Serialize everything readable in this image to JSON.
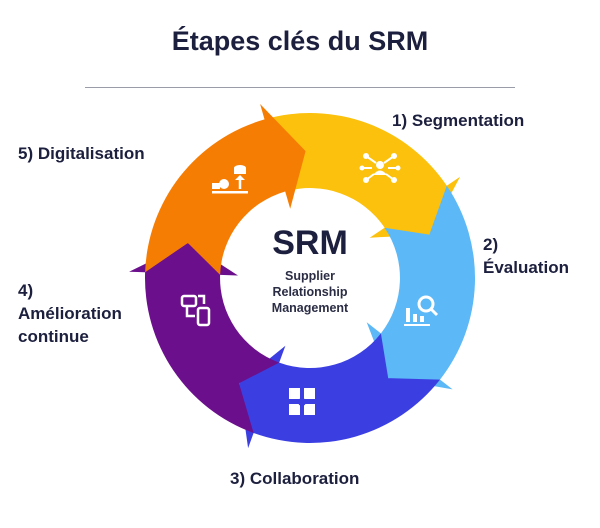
{
  "title": "Étapes clés du SRM",
  "center": {
    "acronym": "SRM",
    "line1": "Supplier",
    "line2": "Relationship",
    "line3": "Management"
  },
  "steps": [
    {
      "num": "1)",
      "label": "Segmentation",
      "color": "#fbc10c",
      "icon": "network-people-icon"
    },
    {
      "num": "2)",
      "label": "Évaluation",
      "color": "#5cb8f6",
      "icon": "chart-magnifier-icon"
    },
    {
      "num": "3)",
      "label": "Collaboration",
      "color": "#3b3fe2",
      "icon": "puzzle-hands-icon"
    },
    {
      "num": "4)",
      "label": "Amélioration",
      "label2": "continue",
      "color": "#6c0f8c",
      "icon": "devices-sync-icon"
    },
    {
      "num": "5)",
      "label": "Digitalisation",
      "color": "#f67d04",
      "icon": "digital-factory-icon"
    }
  ]
}
